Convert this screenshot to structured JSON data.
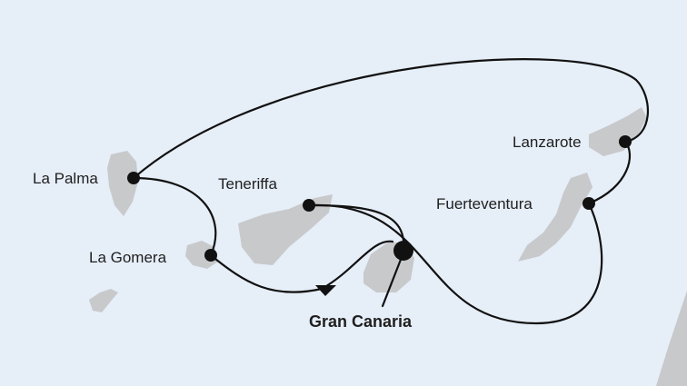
{
  "map": {
    "background_color": "#e6eef8",
    "island_color": "#c8c9cb",
    "route_color": "#111111",
    "ports": [
      {
        "id": "la-palma",
        "label": "La Palma"
      },
      {
        "id": "la-gomera",
        "label": "La Gomera"
      },
      {
        "id": "teneriffa",
        "label": "Teneriffa"
      },
      {
        "id": "gran-canaria",
        "label": "Gran Canaria",
        "home_port": true
      },
      {
        "id": "fuerteventura",
        "label": "Fuerteventura"
      },
      {
        "id": "lanzarote",
        "label": "Lanzarote"
      }
    ],
    "route_order": [
      "Gran Canaria",
      "Teneriffa",
      "Fuerteventura",
      "Lanzarote",
      "La Palma",
      "La Gomera",
      "Gran Canaria"
    ]
  }
}
